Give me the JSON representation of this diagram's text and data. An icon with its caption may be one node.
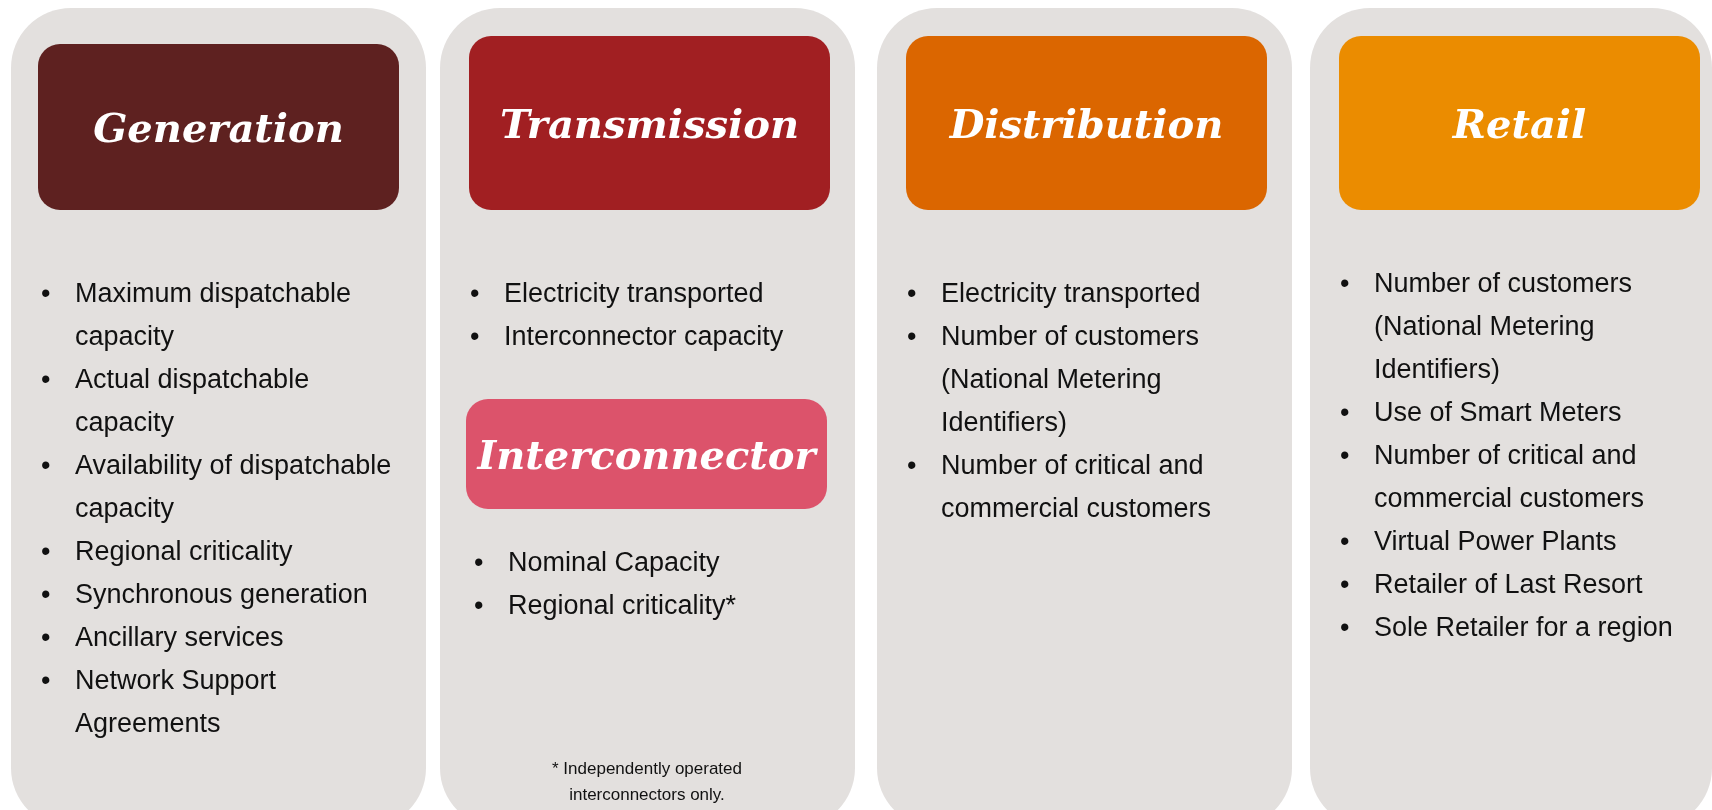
{
  "diagram": {
    "nodes": [
      {
        "text": [
          "• Maximum dispatchable capacity",
          "• Actual dispatchable capacity",
          "• Availability of dispatchable capacity",
          "• Regional criticality",
          "• Synchronous generation",
          "• Ancillary services",
          "• Network Support Agreements"
        ]
      },
      {
        "text": [
          "Generation"
        ],
        "in": 0
      },
      {
        "text": [
          "• Electricity transported",
          "• Interconnector capacity"
        ]
      },
      {
        "text": [
          "Transmission"
        ],
        "in": 2
      },
      {
        "text": [
          "Interconnector"
        ],
        "in": 2,
        "beside": [
          "• Nominal Capacity",
          "• Regional criticality*"
        ]
      },
      {
        "text": [
          "• Electricity transported",
          "• Number of customers (National Metering Identifiers)",
          "• Number of critical and commercial customers"
        ]
      },
      {
        "text": [
          "Distribution"
        ],
        "in": 5
      },
      {
        "text": [
          "• Number of customers (National Metering Identifiers)",
          "• Use of Smart Meters",
          "• Number of critical and commercial customers",
          "• Virtual Power Plants",
          "• Retailer of Last Resort",
          "• Sole Retailer for a region"
        ]
      },
      {
        "text": [
          "Retail"
        ],
        "in": 7
      }
    ],
    "edges": [],
    "labels": [
      "* Independently operated interconnectors only."
    ]
  }
}
